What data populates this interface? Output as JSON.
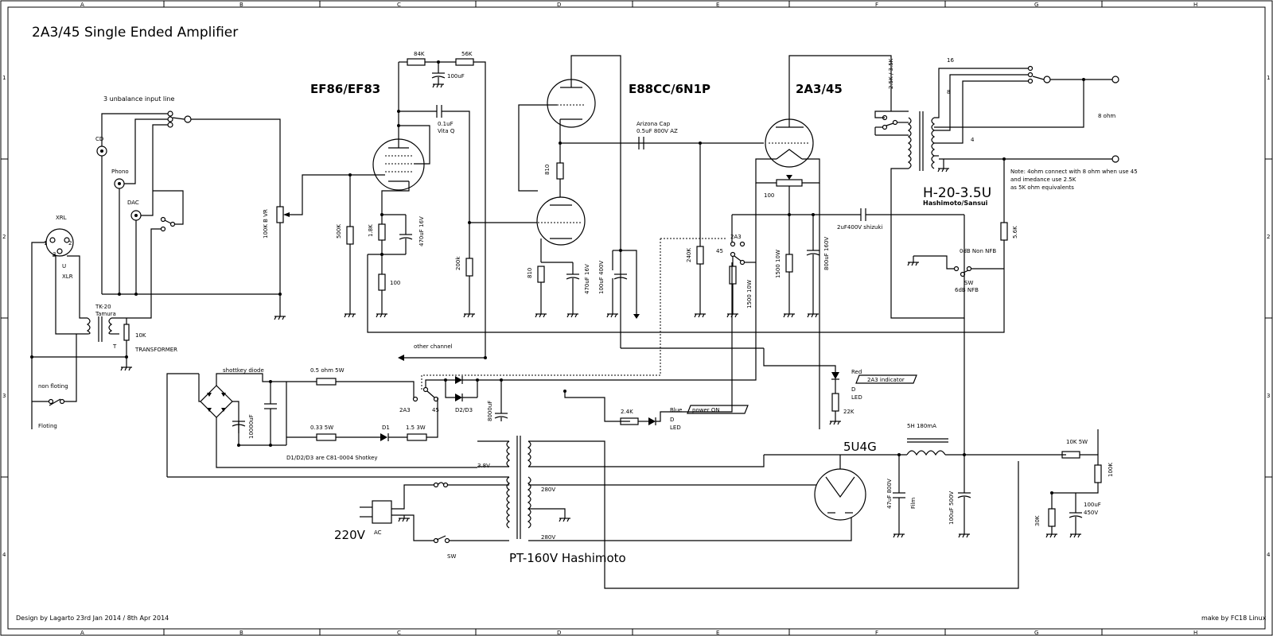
{
  "title": "2A3/45  Single Ended Amplifier",
  "footer": {
    "left": "Design by Lagarto 23rd Jan 2014 / 8th Apr 2014",
    "right": "make by FC18 Linux"
  },
  "frame": {
    "columns": [
      "A",
      "B",
      "C",
      "D",
      "E",
      "F",
      "G",
      "H"
    ],
    "rows": [
      "1",
      "2",
      "3",
      "4"
    ]
  },
  "stages": {
    "input": "EF86/EF83",
    "driver": "E88CC/6N1P",
    "output": "2A3/45",
    "rectifier": "5U4G"
  },
  "labels": {
    "input_line": "3 unbalance input line",
    "cd": "CD",
    "phono": "Phono",
    "dac": "DAC",
    "xrl": "XRL",
    "xlr": "XLR",
    "u": "U",
    "pin1": "1",
    "pin2": "2",
    "pin3": "3",
    "tk20": "TK-20",
    "tamura": "Tamura",
    "t": "T",
    "transformer": "TRANSFORMER",
    "r10k": "10K",
    "non_floting": "non floting",
    "floting": "Floting",
    "vr": "100K B VR",
    "r500k": "500K",
    "r84k": "84K",
    "r56k": "56K",
    "c100u": "100uF",
    "c01u": "0.1uF",
    "vitaq": "Vita Q",
    "r1_8k": "1.8K",
    "c470u16": "470uF 16V",
    "r100": "100",
    "r200k": "200k",
    "r810a": "810",
    "r810b": "810",
    "c470u16b": "470uF 16V",
    "c100u400": "100uF 400V",
    "arizona1": "Arizona Cap",
    "arizona2": "0.5uF 800V AZ",
    "r240k": "240K",
    "sw45": "45",
    "sw2a3": "2A3",
    "r1500_10w_a": "1500 10W",
    "r1500_10w_b": "1500 10W",
    "c800u160": "800uF 160V",
    "r100_hum": "100",
    "c2u400": "2uF400V shizuki",
    "tap_25k": "2.5K / 3.5K",
    "tap16": "16",
    "tap8": "8",
    "tap4": "4",
    "ohm8": "8 ohm",
    "ot_name": "H-20-3.5U",
    "ot_maker": "Hashimoto/Sansui",
    "note1": "Note: 4ohm connect with 8 ohm when use 45",
    "note2": "and imedance use 2.5K",
    "note3": "as 5K ohm equivalents",
    "r5_6k": "5.6K",
    "nfb0": "0dB Non NFB",
    "sw_nfb": "SW",
    "nfb6": "6dB NFB",
    "other_channel": "other channel",
    "shottkey": "shottkey diode",
    "r05": "0.5 ohm 5W",
    "r033": "0.33 5W",
    "d1": "D1",
    "r15": "1.5 3W",
    "c10000": "10000uF",
    "sw2a3b": "2A3",
    "sw45b": "45",
    "d2d3": "D2/D3",
    "c8000": "8000uF",
    "diode_note": "D1/D2/D3 are C81-0004 Shotkey",
    "v38": "3.8V",
    "r2_4k": "2.4K",
    "blue": "Blue",
    "power_on": "power ON",
    "led_d1": "D",
    "led1": "LED",
    "red": "Red",
    "indicator": "2A3 indicator",
    "led_d2": "D",
    "led2": "LED",
    "r22k": "22K",
    "choke": "5H 180mA",
    "c47u": "47uF 800V",
    "film": "Film",
    "c100u500": "100uF 500V",
    "r10k5w": "10K 5W",
    "r100k": "100K",
    "r30k": "30K",
    "c100u450a": "100uF",
    "c100u450b": "450V",
    "v280a": "280V",
    "v280b": "280V",
    "v220": "220V",
    "ac": "AC",
    "sw_power": "SW",
    "pt": "PT-160V Hashimoto"
  }
}
